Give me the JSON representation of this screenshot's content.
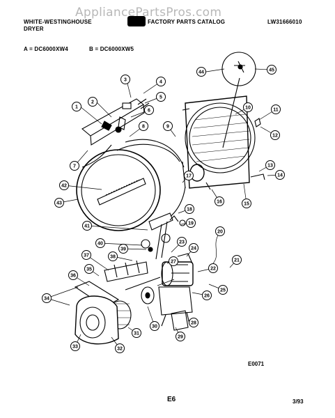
{
  "header": {
    "brand_line": "WHITE-WESTINGHOUSE",
    "section": "DRYER",
    "catalog_title": "FACTORY PARTS CATALOG",
    "catalog_number": "LW31666010",
    "watermark": "AppliancePartsPros.com"
  },
  "models": {
    "a": "A = DC6000XW4",
    "b": "B = DC6000XW5"
  },
  "footer": {
    "page": "E6",
    "date": "3/93",
    "drawing_code": "E0071"
  },
  "callouts": [
    "1",
    "2",
    "3",
    "4",
    "5",
    "6",
    "7",
    "8",
    "9",
    "10",
    "11",
    "12",
    "13",
    "14",
    "15",
    "16",
    "17",
    "18",
    "19",
    "20",
    "21",
    "22",
    "23",
    "24",
    "25",
    "26",
    "27",
    "28",
    "29",
    "30",
    "31",
    "32",
    "33",
    "34",
    "35",
    "36",
    "37",
    "38",
    "39",
    "40",
    "41",
    "42",
    "43",
    "44",
    "45"
  ]
}
